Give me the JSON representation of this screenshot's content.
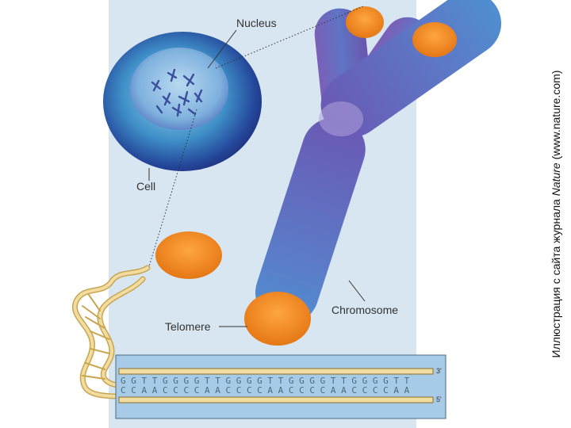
{
  "labels": {
    "nucleus": "Nucleus",
    "cell": "Cell",
    "telomere": "Telomere",
    "chromosome": "Chromosome"
  },
  "dna": {
    "top_strand": "G G T T G G G G T T G G G G T T G G G G T T G G G G T T",
    "bottom_strand": "C C A A C C C C A A C C C C A A C C C C A A C C C C A A",
    "top_end": "3'",
    "bottom_end": "5'"
  },
  "credit": {
    "prefix": "Иллюстрация с сайта журнала ",
    "journal": "Nature",
    "suffix": " (www.nature.com)"
  },
  "colors": {
    "panel_bg": "#d7e6f1",
    "chromosome": "#6b5fb0",
    "telomere": "#f08a1c",
    "cell_outer": "#2a3f8f",
    "dna_strand": "#e3c57a"
  }
}
